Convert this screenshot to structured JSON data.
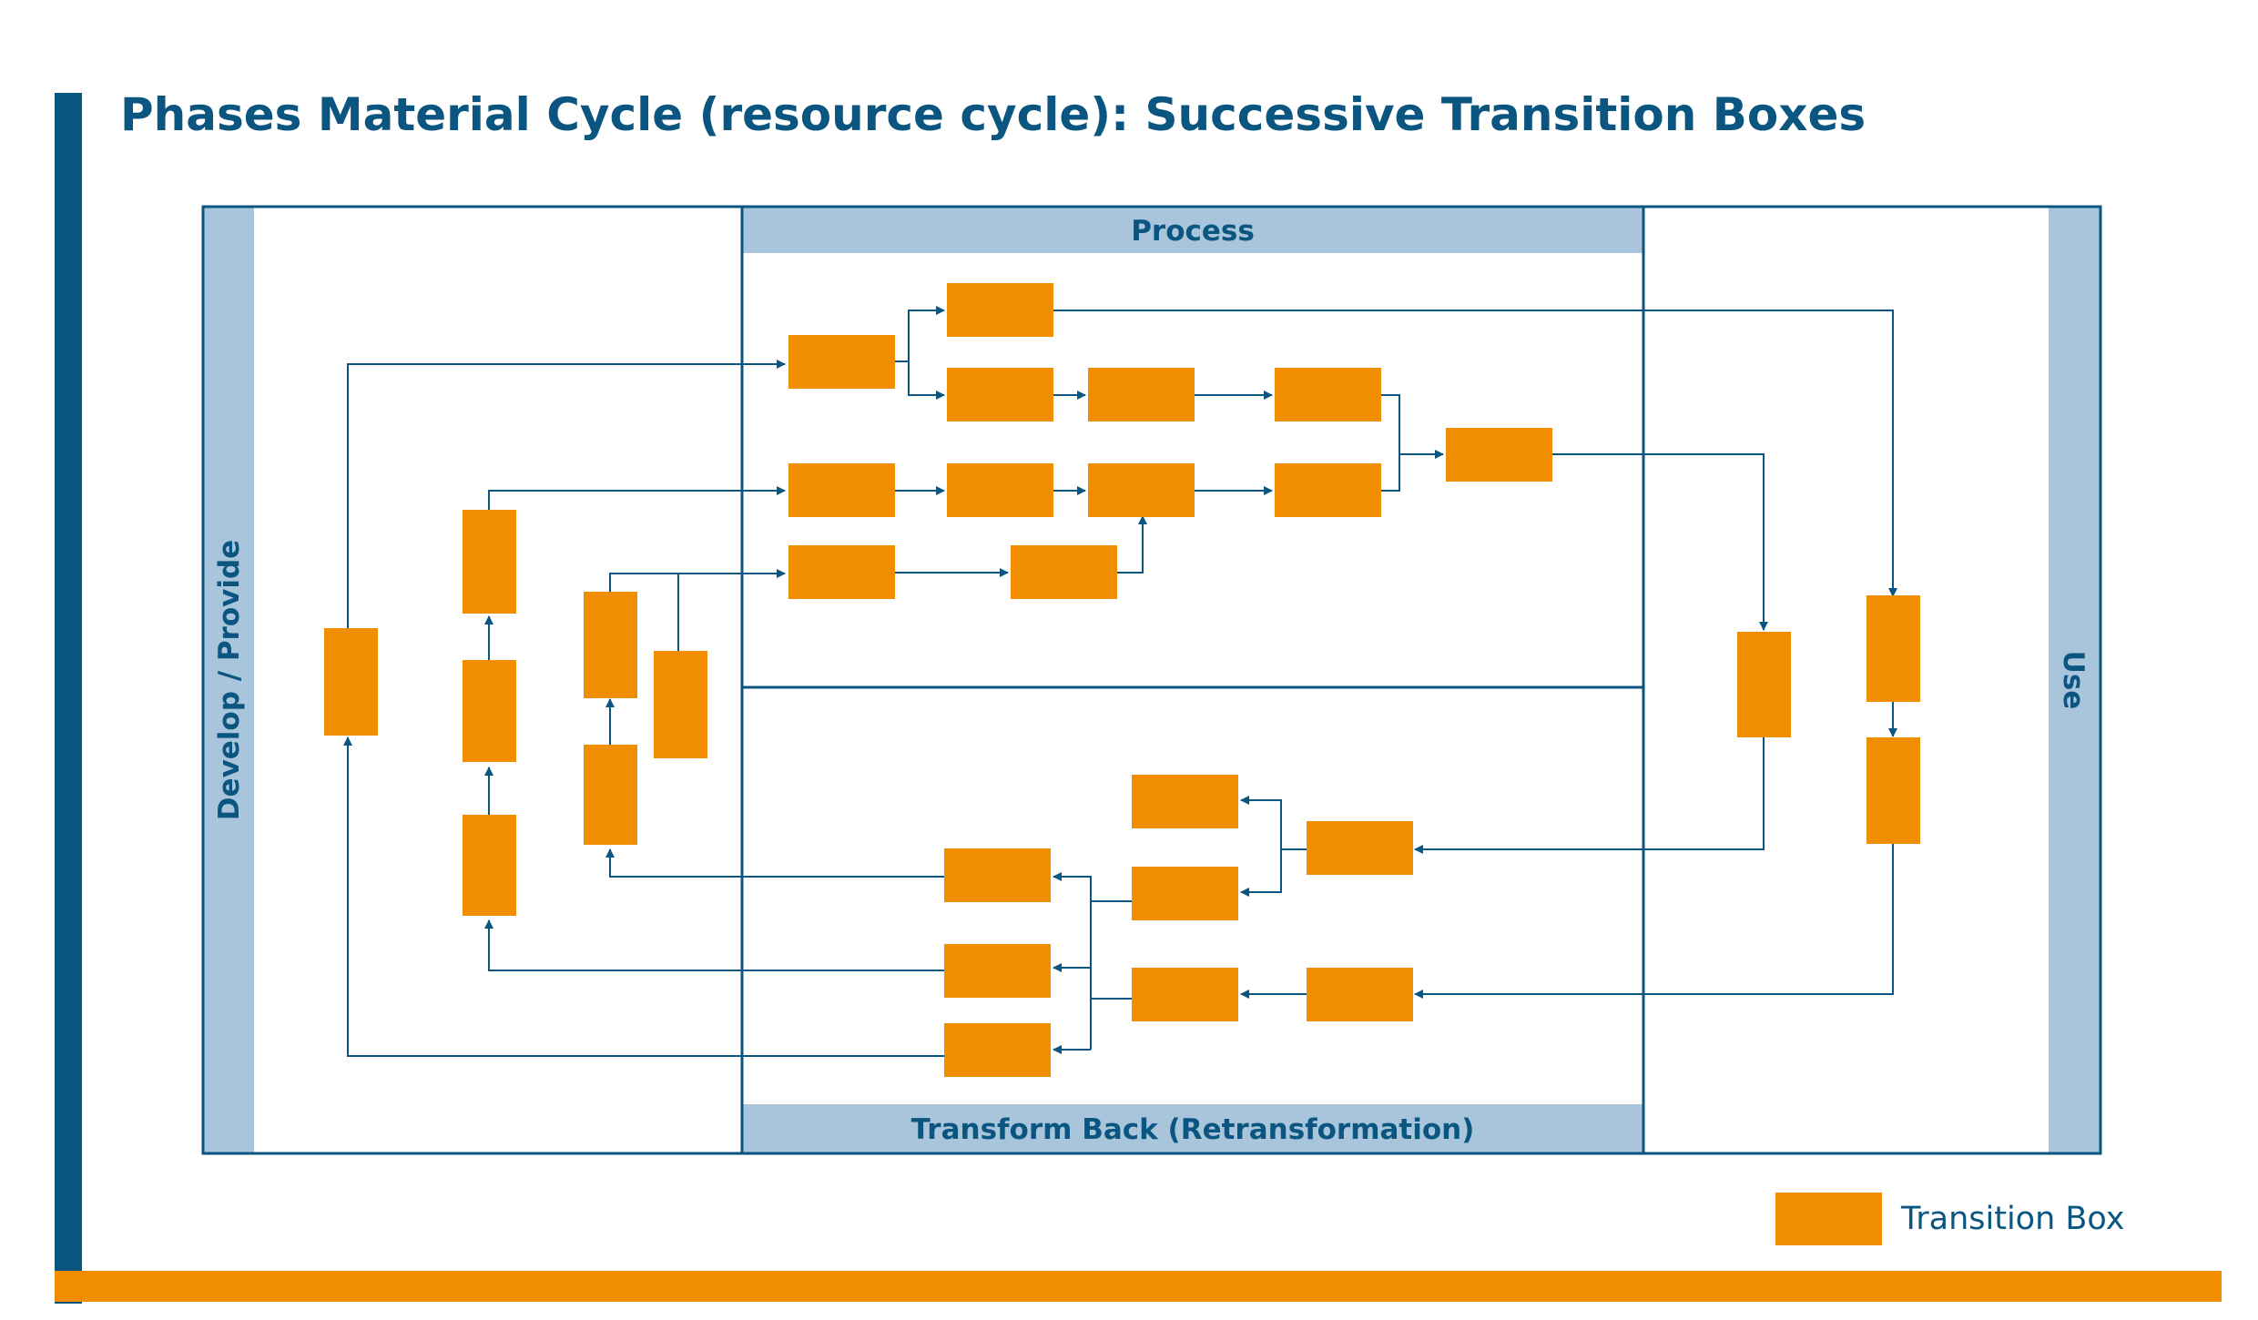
{
  "title": "Phases Material Cycle (resource cycle): Successive Transition Boxes",
  "lanes": {
    "develop": "Develop / Provide",
    "process": "Process",
    "transform_back": "Transform Back (Retransformation)",
    "use": "Use"
  },
  "legend": {
    "label": "Transition Box"
  },
  "colors": {
    "primary": "#0b5680",
    "lane_band": "#a9c5dc",
    "box": "#f08d00",
    "accent_bar": "#f08d00"
  }
}
